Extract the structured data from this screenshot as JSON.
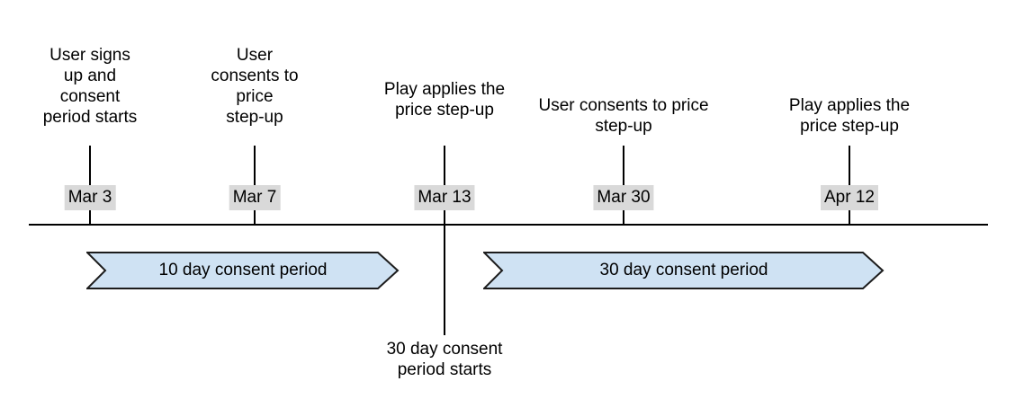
{
  "colors": {
    "background": "#ffffff",
    "textColor": "#000000",
    "lineColor": "#000000",
    "chipBg": "#d9d9d9",
    "arrowFill": "#cfe2f3",
    "arrowStroke": "#1c1c1c"
  },
  "timeline": {
    "events": [
      {
        "label": "User signs\nup and\nconsent\nperiod starts",
        "date": "Mar 3"
      },
      {
        "label": "User\nconsents to\nprice\nstep-up",
        "date": "Mar 7"
      },
      {
        "label": "Play applies the\nprice step-up",
        "date": "Mar 13",
        "note": "30 day consent\nperiod starts"
      },
      {
        "label": "User consents to price\nstep-up",
        "date": "Mar 30"
      },
      {
        "label": "Play applies the\nprice step-up",
        "date": "Apr 12"
      }
    ],
    "periods": [
      {
        "label": "10 day consent period"
      },
      {
        "label": "30 day consent period"
      }
    ]
  }
}
